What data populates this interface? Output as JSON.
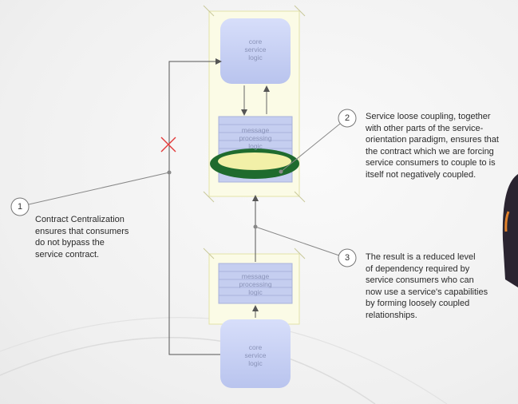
{
  "upper_service": {
    "core_logic_lines": [
      "core",
      "service",
      "logic"
    ],
    "message_processing_lines": [
      "message",
      "processing",
      "logic"
    ]
  },
  "lower_service": {
    "core_logic_lines": [
      "core",
      "service",
      "logic"
    ],
    "message_processing_lines": [
      "message",
      "processing",
      "logic"
    ]
  },
  "callouts": [
    {
      "number": "1",
      "lines": [
        "Contract Centralization",
        "ensures that consumers",
        "do not bypass the",
        "service contract."
      ]
    },
    {
      "number": "2",
      "lines": [
        "Service loose coupling, together",
        "with other parts of the service-",
        "orientation paradigm, ensures that",
        "the contract which we are forcing",
        "service consumers to couple to is",
        "itself not negatively coupled."
      ]
    },
    {
      "number": "3",
      "lines": [
        "The result is a reduced level",
        "of dependency required by",
        "service consumers who can",
        "now use a service's capabilities",
        "by forming loosely coupled",
        "relationships."
      ]
    }
  ],
  "colors": {
    "box_fill": "#c9d2f2",
    "box_text": "#8a93b8",
    "contract_ring": "#1f6b2e",
    "contract_fill": "#f2f0a8",
    "blocked_mark": "#e23a3a",
    "container_fill": "#fbfbe6",
    "container_stroke": "#e3e3a8"
  }
}
